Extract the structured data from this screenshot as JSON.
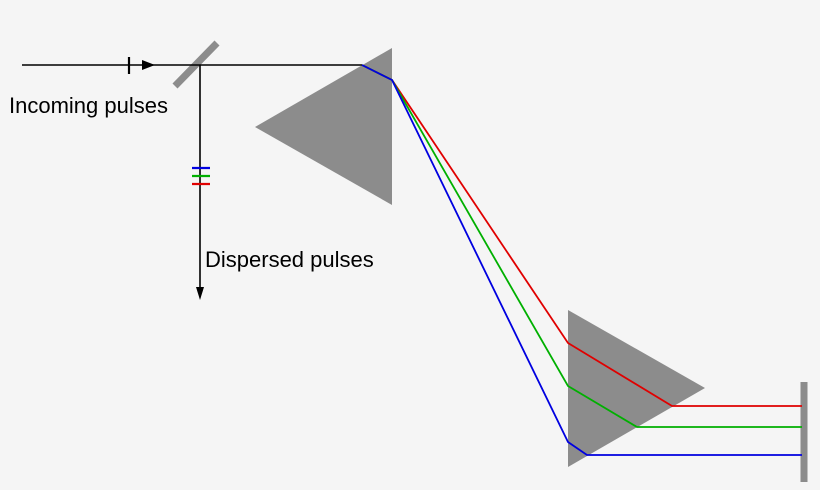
{
  "labels": {
    "incoming": "Incoming pulses",
    "dispersed": "Dispersed pulses"
  },
  "colors": {
    "background": "#f5f5f5",
    "optic_gray": "#8c8c8c",
    "beam": "#000000",
    "red": "#e00000",
    "green": "#00b000",
    "blue": "#0000e0"
  },
  "beams": [
    "red",
    "green",
    "blue"
  ]
}
